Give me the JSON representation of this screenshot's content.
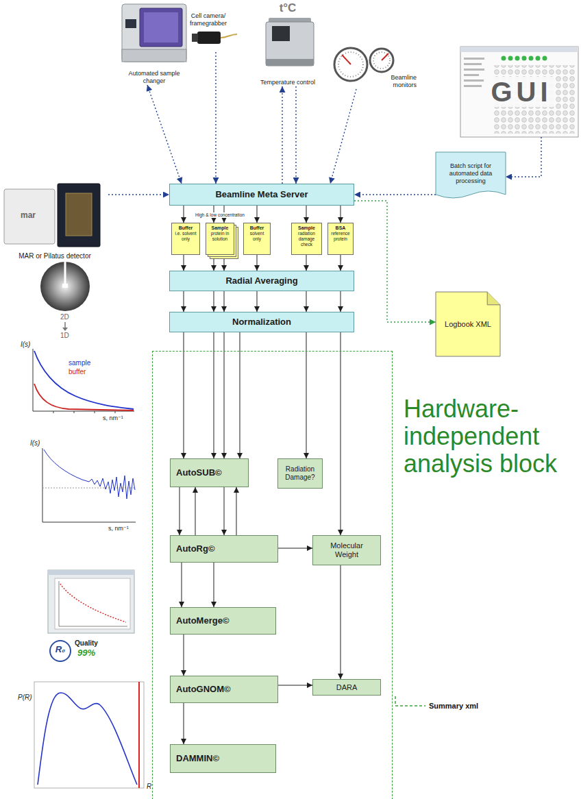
{
  "diagram": {
    "nodes": [
      {
        "text": [
          "Automated sample changer"
        ]
      },
      {
        "text": [
          "Cell camera/ framegrabber"
        ]
      },
      {
        "text": [
          "t°C",
          "Temperature control"
        ]
      },
      {
        "text": [
          "Beamline monitors"
        ]
      },
      {
        "text": [
          "GUI"
        ]
      },
      {
        "text": [
          "Batch script for automated data processing"
        ]
      },
      {
        "text": [
          "MAR or Pilatus detector"
        ]
      },
      {
        "text": [
          "Beamline Meta Server"
        ]
      },
      {
        "text": [
          "Buffer",
          "i.e. solvent only"
        ]
      },
      {
        "text": [
          "High & low concentration",
          "Sample",
          "protein in solution"
        ]
      },
      {
        "text": [
          "Buffer",
          "solvent only"
        ]
      },
      {
        "text": [
          "Sample",
          "radiation damage check"
        ]
      },
      {
        "text": [
          "BSA",
          "reference protein"
        ]
      },
      {
        "text": [
          "Radial Averaging"
        ]
      },
      {
        "text": [
          "Normalization"
        ]
      },
      {
        "text": [
          "Logbook XML"
        ]
      },
      {
        "text": [
          "Hardware-independent analysis block"
        ]
      },
      {
        "text": [
          "AutoSUB©"
        ],
        "in": 16
      },
      {
        "text": [
          "Radiation Damage?"
        ],
        "in": 16
      },
      {
        "text": [
          "AutoRg©"
        ],
        "in": 16
      },
      {
        "text": [
          "Molecular Weight"
        ],
        "in": 16
      },
      {
        "text": [
          "AutoMerge©"
        ],
        "in": 16
      },
      {
        "text": [
          "AutoGNOM©"
        ],
        "in": 16
      },
      {
        "text": [
          "DARA"
        ],
        "in": 16
      },
      {
        "text": [
          "DAMMIN©"
        ],
        "in": 16
      }
    ],
    "edges": [
      {
        "from": 0,
        "to": 7,
        "arrow": "both"
      },
      {
        "from": 1,
        "to": 7,
        "arrow": "to"
      },
      {
        "from": 7,
        "to": 2,
        "arrow": "to"
      },
      {
        "from": 2,
        "to": 7,
        "arrow": "to"
      },
      {
        "from": 3,
        "to": 7,
        "arrow": "to"
      },
      {
        "from": 4,
        "to": 5,
        "arrow": "to"
      },
      {
        "from": 5,
        "to": 7,
        "arrow": "to"
      },
      {
        "from": 6,
        "to": 7,
        "arrow": "to"
      },
      {
        "from": 7,
        "to": 15,
        "arrow": "to"
      },
      {
        "from": 7,
        "to": 8,
        "arrow": "to"
      },
      {
        "from": 7,
        "to": 9,
        "arrow": "to"
      },
      {
        "from": 7,
        "to": 9,
        "arrow": "to"
      },
      {
        "from": 7,
        "to": 10,
        "arrow": "to"
      },
      {
        "from": 7,
        "to": 11,
        "arrow": "to"
      },
      {
        "from": 7,
        "to": 12,
        "arrow": "to"
      },
      {
        "from": 8,
        "to": 13,
        "arrow": "to"
      },
      {
        "from": 9,
        "to": 13,
        "arrow": "to"
      },
      {
        "from": 9,
        "to": 13,
        "arrow": "to"
      },
      {
        "from": 10,
        "to": 13,
        "arrow": "to"
      },
      {
        "from": 11,
        "to": 13,
        "arrow": "to"
      },
      {
        "from": 12,
        "to": 13,
        "arrow": "to"
      },
      {
        "from": 13,
        "to": 14,
        "arrow": "to"
      },
      {
        "from": 13,
        "to": 14,
        "arrow": "to"
      },
      {
        "from": 13,
        "to": 14,
        "arrow": "to"
      },
      {
        "from": 13,
        "to": 14,
        "arrow": "to"
      },
      {
        "from": 13,
        "to": 14,
        "arrow": "to"
      },
      {
        "from": 13,
        "to": 14,
        "arrow": "to"
      },
      {
        "from": 14,
        "to": 17,
        "arrow": "to"
      },
      {
        "from": 14,
        "to": 17,
        "arrow": "to"
      },
      {
        "from": 14,
        "to": 17,
        "arrow": "to"
      },
      {
        "from": 14,
        "to": 17,
        "arrow": "to"
      },
      {
        "from": 14,
        "to": 18,
        "arrow": "to"
      },
      {
        "from": 14,
        "to": 20,
        "arrow": "to"
      },
      {
        "from": 17,
        "to": 19,
        "arrow": "to"
      },
      {
        "from": 19,
        "to": 17,
        "arrow": "to"
      },
      {
        "from": 17,
        "to": 19,
        "arrow": "to"
      },
      {
        "from": 19,
        "to": 17,
        "arrow": "to"
      },
      {
        "from": 19,
        "to": 20,
        "arrow": "to"
      },
      {
        "from": 19,
        "to": 21,
        "arrow": "to"
      },
      {
        "from": 19,
        "to": 21,
        "arrow": "to"
      },
      {
        "from": 21,
        "to": 22,
        "arrow": "to"
      },
      {
        "from": 22,
        "to": 23,
        "arrow": "to"
      },
      {
        "from": 22,
        "to": 24,
        "arrow": "to"
      },
      {
        "from": 20,
        "to": 23,
        "arrow": "to"
      }
    ],
    "labels": [
      "mar",
      "2D",
      "1D",
      "I(s)",
      "sample",
      "buffer",
      "s, nm⁻¹",
      "I(s)",
      "s, nm⁻¹",
      "R₀",
      "Quality",
      "99%",
      "P(R)",
      "R",
      "Summary xml"
    ]
  }
}
